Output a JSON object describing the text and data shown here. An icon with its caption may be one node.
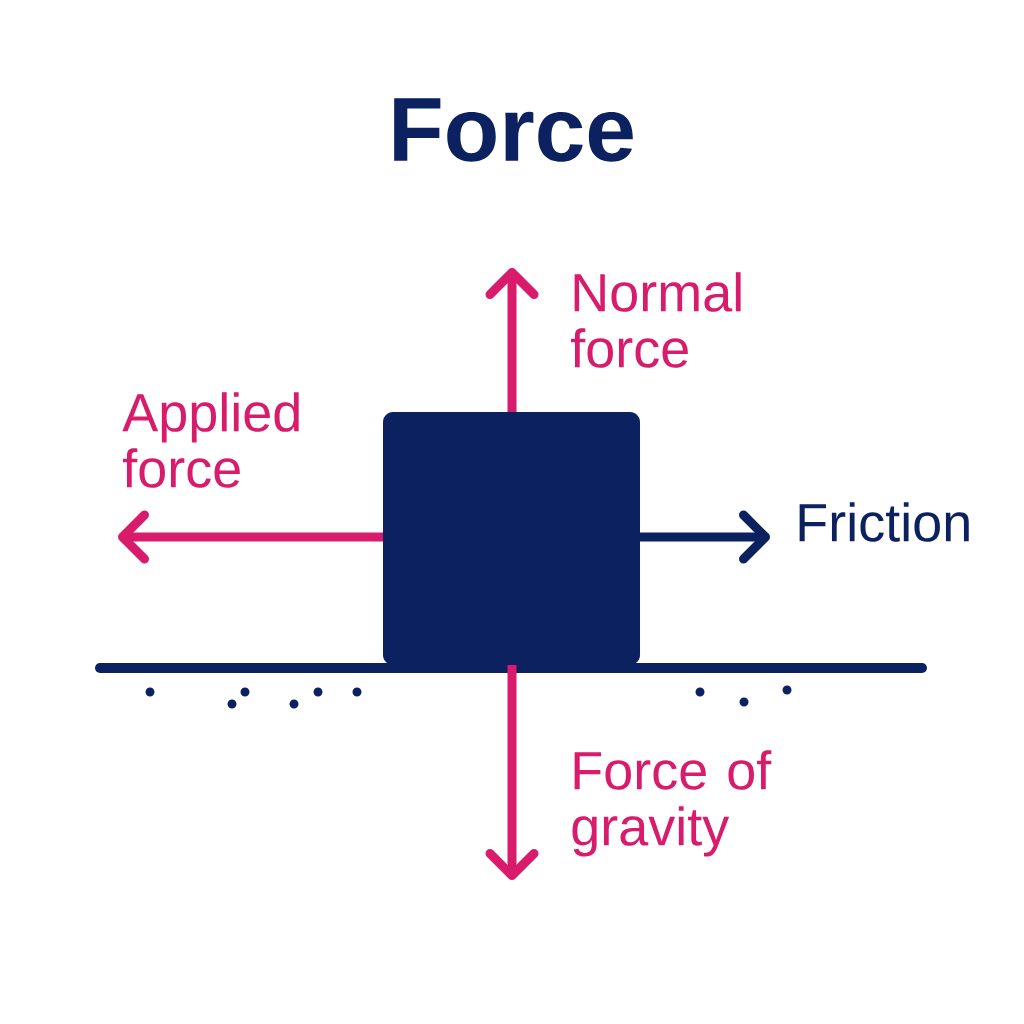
{
  "diagram": {
    "title": "Force",
    "nodes": [
      {
        "text": [],
        "shape": "box"
      }
    ],
    "labels": [
      "Normal force",
      "Applied force",
      "Friction",
      "Force of gravity"
    ]
  }
}
